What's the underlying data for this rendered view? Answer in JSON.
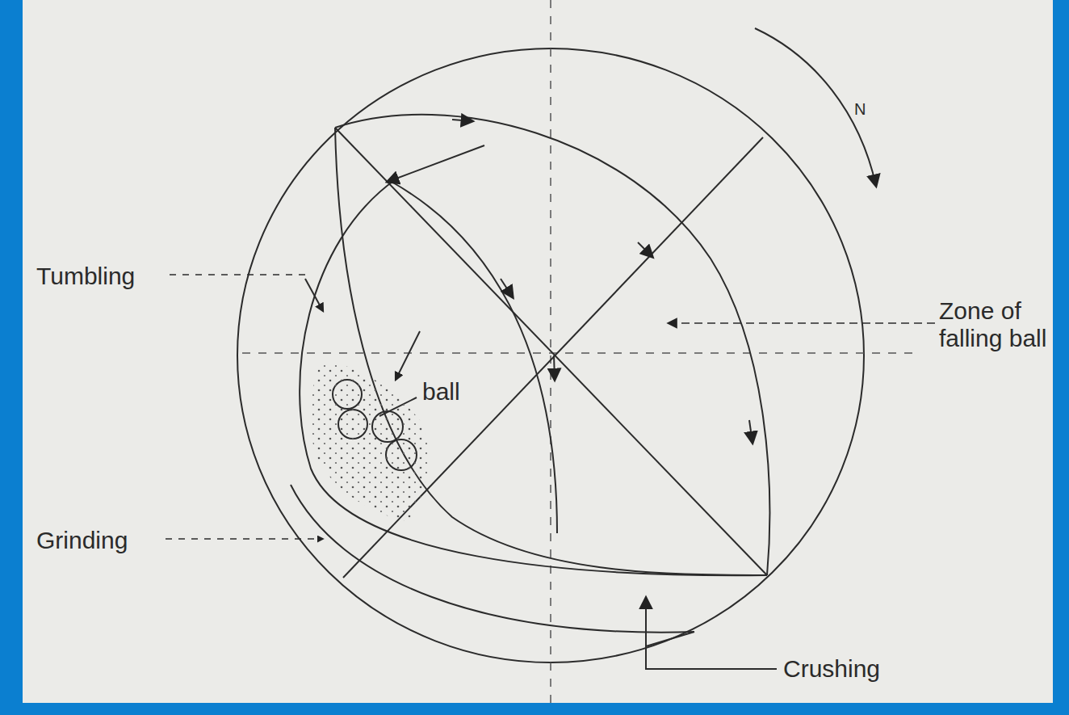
{
  "diagram": {
    "labels": [
      "N",
      "Tumbling",
      "Zone of falling ball",
      "ball",
      "Grinding",
      "Crushing"
    ]
  }
}
